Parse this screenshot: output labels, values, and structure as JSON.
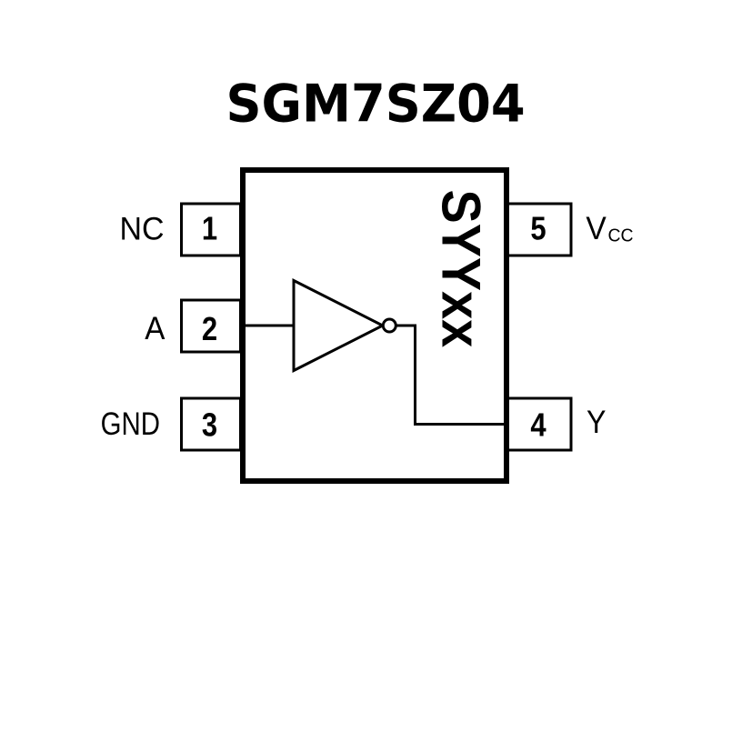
{
  "title": "SGM7SZ04",
  "colors": {
    "ink": "#000000",
    "background": "#ffffff"
  },
  "chip": {
    "marking": "SYYxx",
    "gate": "inverter",
    "pins_left": [
      {
        "number": "1",
        "label": "NC"
      },
      {
        "number": "2",
        "label": "A"
      },
      {
        "number": "3",
        "label": "GND"
      }
    ],
    "pins_right": [
      {
        "number": "5",
        "label": "V",
        "label_sub": "CC"
      },
      {
        "number": "4",
        "label": "Y"
      }
    ]
  }
}
